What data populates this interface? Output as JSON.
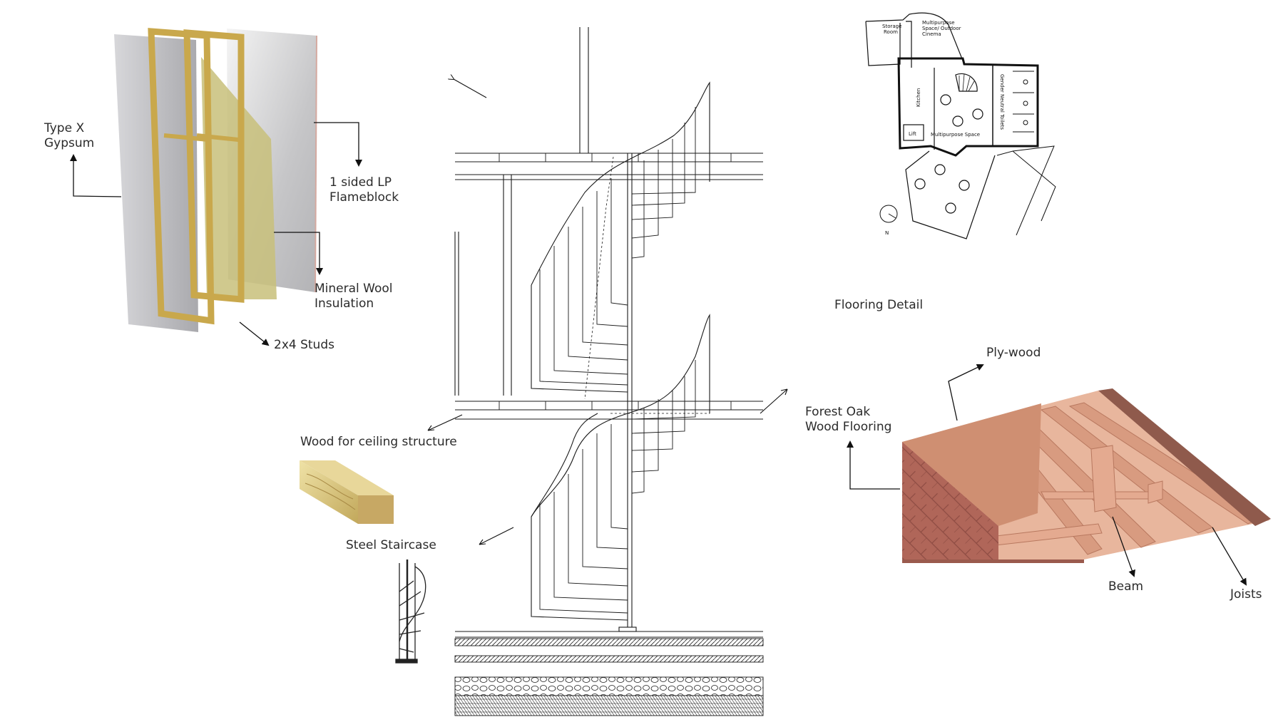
{
  "labels": {
    "gypsum": [
      "Type X",
      "Gypsum"
    ],
    "flameblock": [
      "1 sided LP",
      "Flameblock"
    ],
    "mineral_wool": [
      "Mineral Wool",
      "Insulation"
    ],
    "studs": "2x4 Studs",
    "ceiling_wood": "Wood for ceiling structure",
    "steel_staircase": "Steel Staircase",
    "flooring_detail": "Flooring Detail",
    "plywood": "Ply-wood",
    "oak_flooring": [
      "Forest Oak",
      "Wood Flooring"
    ],
    "beam": "Beam",
    "joists": "Joists"
  },
  "floor_plan": {
    "storage": [
      "Storage",
      "Room"
    ],
    "multipurpose_outdoor": [
      "Multipurpose",
      "Space/ Outdoor",
      "Cinema"
    ],
    "kitchen": "Kitchen",
    "toilets": "Gender Neutral Toilets",
    "lift": "Lift",
    "multipurpose": "Multipurpose Space",
    "north": "N"
  },
  "colors": {
    "gypsum": "#b9b9bd",
    "stud_wood": "#c9a84c",
    "insulation": "#c8bf7a",
    "lumber": "#d8c47e",
    "plywood": "#cf8f72",
    "oak": "#b46b5c",
    "joist": "#e6b39a",
    "line": "#1a1a1a"
  }
}
